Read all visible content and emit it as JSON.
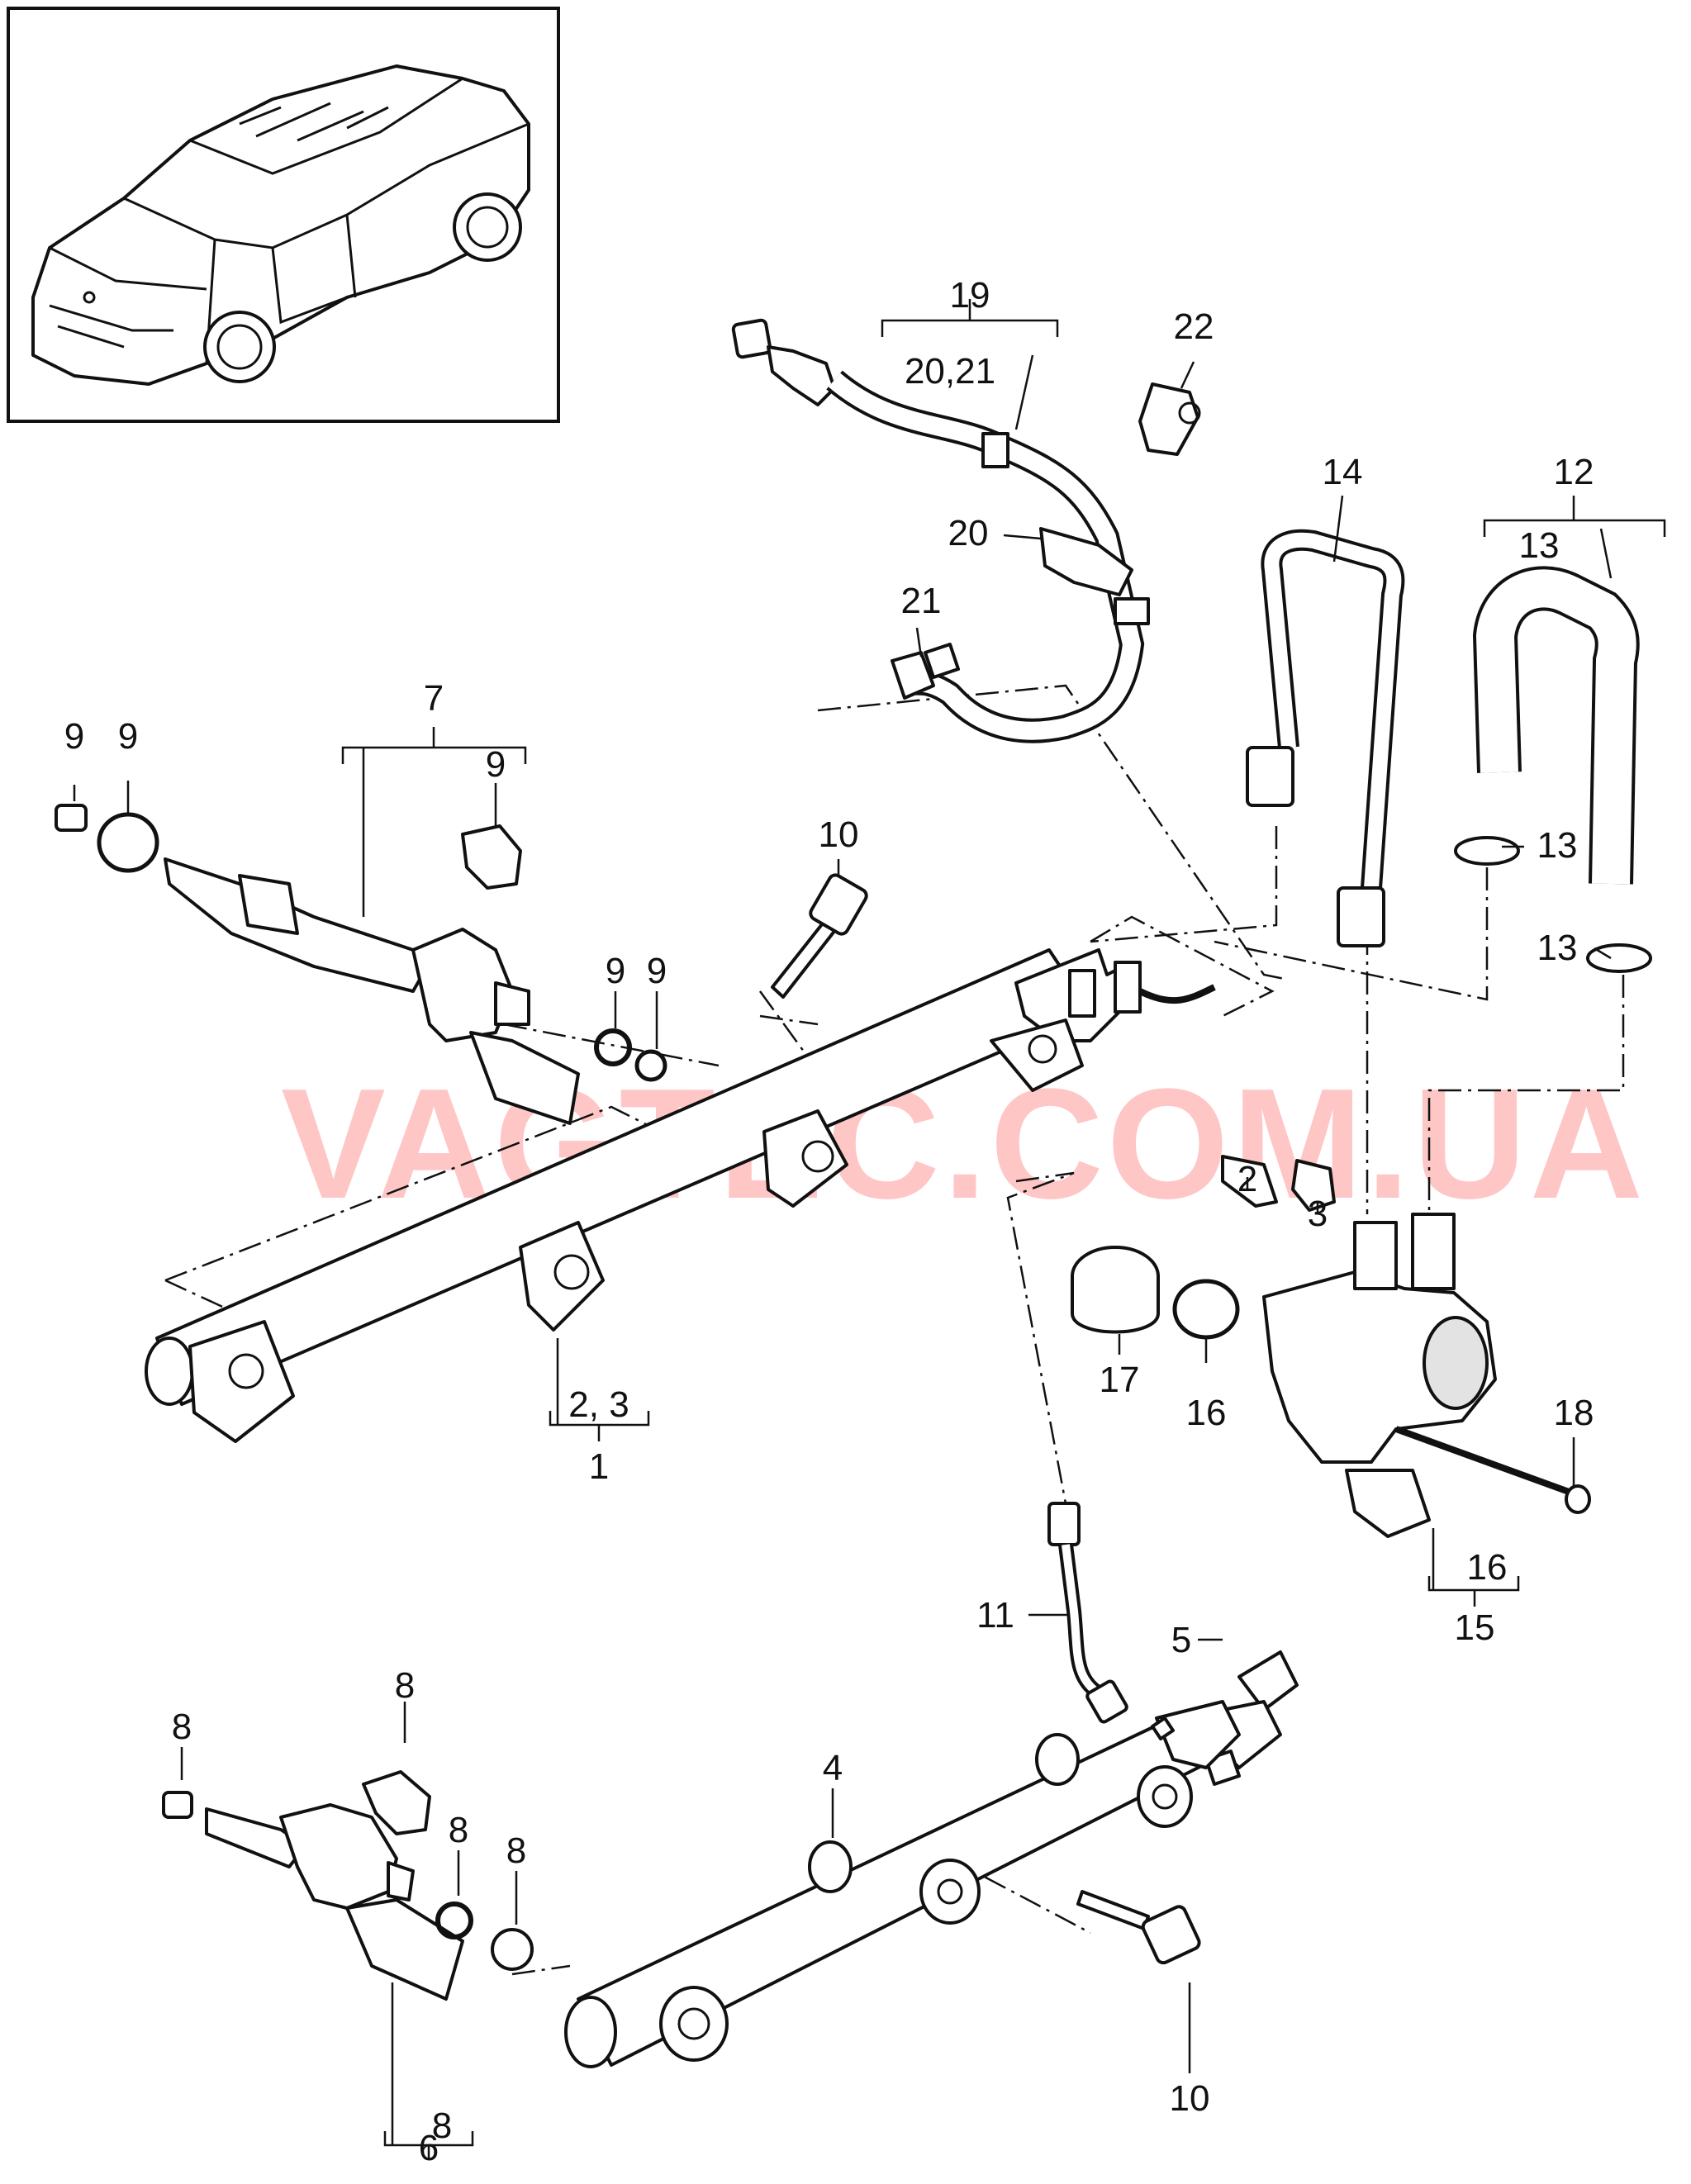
{
  "watermark": "VAGTEC.COM.UA",
  "labels": {
    "l19": "19",
    "l20_21": "20,21",
    "l22": "22",
    "l20": "20",
    "l21": "21",
    "l14": "14",
    "l12": "12",
    "l13_top": "13",
    "l13_a": "13",
    "l13_b": "13",
    "l7": "7",
    "l9_a": "9",
    "l9_b": "9",
    "l9_c": "9",
    "l9_d": "9",
    "l9_e": "9",
    "l10_top": "10",
    "l2": "2",
    "l3": "3",
    "l2_3": "2, 3",
    "l1": "1",
    "l17": "17",
    "l16_a": "16",
    "l18": "18",
    "l16_b": "16",
    "l15": "15",
    "l11": "11",
    "l5": "5",
    "l4": "4",
    "l8_a": "8",
    "l8_b": "8",
    "l8_c": "8",
    "l8_d": "8",
    "l8_e": "8",
    "l6": "6",
    "l10_bottom": "10"
  },
  "icons": [
    "vehicle-thumbnail",
    "fuel-rail",
    "fuel-injector",
    "high-pressure-pump",
    "pressure-sensor",
    "fuel-line",
    "hose-clamp",
    "bolt",
    "o-ring",
    "wiring-harness"
  ]
}
